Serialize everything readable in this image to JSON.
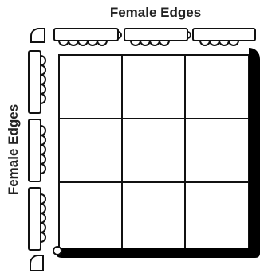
{
  "labels": {
    "top": "Female Edges",
    "left": "Female Edges"
  },
  "grid": {
    "rows": 3,
    "columns": 3
  },
  "colors": {
    "stroke": "#111111",
    "thick_border": "#000000",
    "background": "#ffffff"
  }
}
